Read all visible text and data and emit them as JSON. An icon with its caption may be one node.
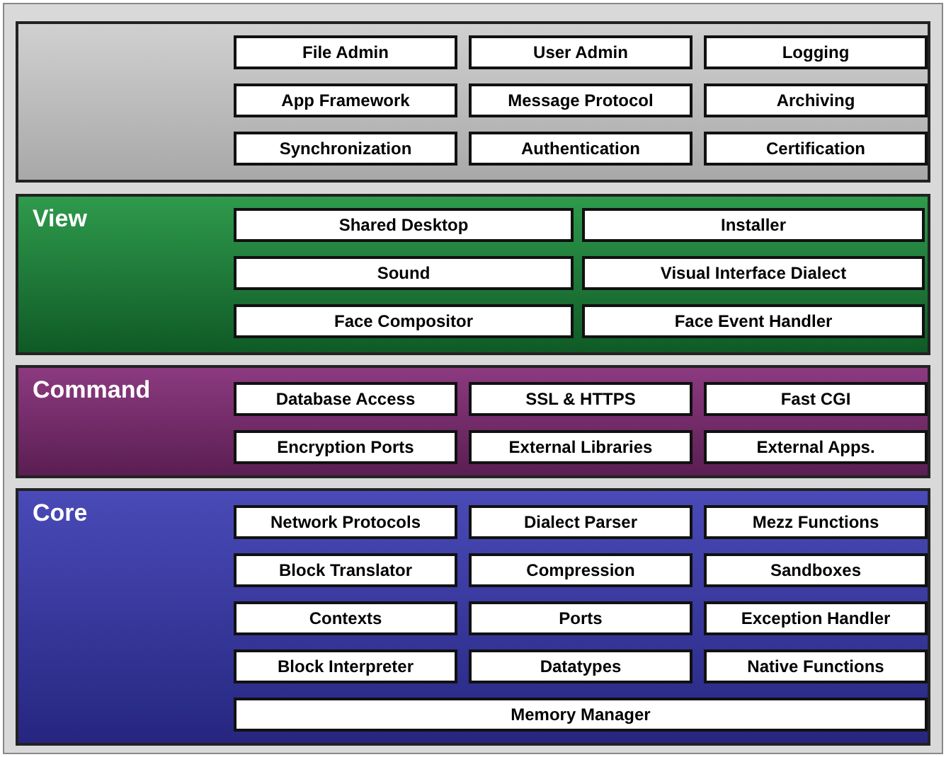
{
  "diagram": {
    "nodes": [
      {
        "text": [],
        "shape": "box"
      },
      {
        "text": [
          "File Admin"
        ],
        "in": 0
      },
      {
        "text": [
          "User Admin"
        ],
        "in": 0
      },
      {
        "text": [
          "Logging"
        ],
        "in": 0
      },
      {
        "text": [
          "App Framework"
        ],
        "in": 0
      },
      {
        "text": [
          "Message Protocol"
        ],
        "in": 0
      },
      {
        "text": [
          "Archiving"
        ],
        "in": 0
      },
      {
        "text": [
          "Synchronization"
        ],
        "in": 0
      },
      {
        "text": [
          "Authentication"
        ],
        "in": 0
      },
      {
        "text": [
          "Certification"
        ],
        "in": 0
      },
      {
        "text": [
          "View"
        ]
      },
      {
        "text": [
          "Shared Desktop"
        ],
        "in": 10
      },
      {
        "text": [
          "Installer"
        ],
        "in": 10
      },
      {
        "text": [
          "Sound"
        ],
        "in": 10
      },
      {
        "text": [
          "Visual Interface Dialect"
        ],
        "in": 10
      },
      {
        "text": [
          "Face Compositor"
        ],
        "in": 10
      },
      {
        "text": [
          "Face Event Handler"
        ],
        "in": 10
      },
      {
        "text": [
          "Command"
        ]
      },
      {
        "text": [
          "Database Access"
        ],
        "in": 17
      },
      {
        "text": [
          "SSL & HTTPS"
        ],
        "in": 17
      },
      {
        "text": [
          "Fast CGI"
        ],
        "in": 17
      },
      {
        "text": [
          "Encryption Ports"
        ],
        "in": 17
      },
      {
        "text": [
          "External Libraries"
        ],
        "in": 17
      },
      {
        "text": [
          "External Apps."
        ],
        "in": 17
      },
      {
        "text": [
          "Core"
        ]
      },
      {
        "text": [
          "Network Protocols"
        ],
        "in": 24
      },
      {
        "text": [
          "Dialect Parser"
        ],
        "in": 24
      },
      {
        "text": [
          "Mezz Functions"
        ],
        "in": 24
      },
      {
        "text": [
          "Block Translator"
        ],
        "in": 24
      },
      {
        "text": [
          "Compression"
        ],
        "in": 24
      },
      {
        "text": [
          "Sandboxes"
        ],
        "in": 24
      },
      {
        "text": [
          "Contexts"
        ],
        "in": 24
      },
      {
        "text": [
          "Ports"
        ],
        "in": 24
      },
      {
        "text": [
          "Exception Handler"
        ],
        "in": 24
      },
      {
        "text": [
          "Block Interpreter"
        ],
        "in": 24
      },
      {
        "text": [
          "Datatypes"
        ],
        "in": 24
      },
      {
        "text": [
          "Native Functions"
        ],
        "in": 24
      },
      {
        "text": [
          "Memory Manager"
        ],
        "in": 24
      }
    ]
  }
}
